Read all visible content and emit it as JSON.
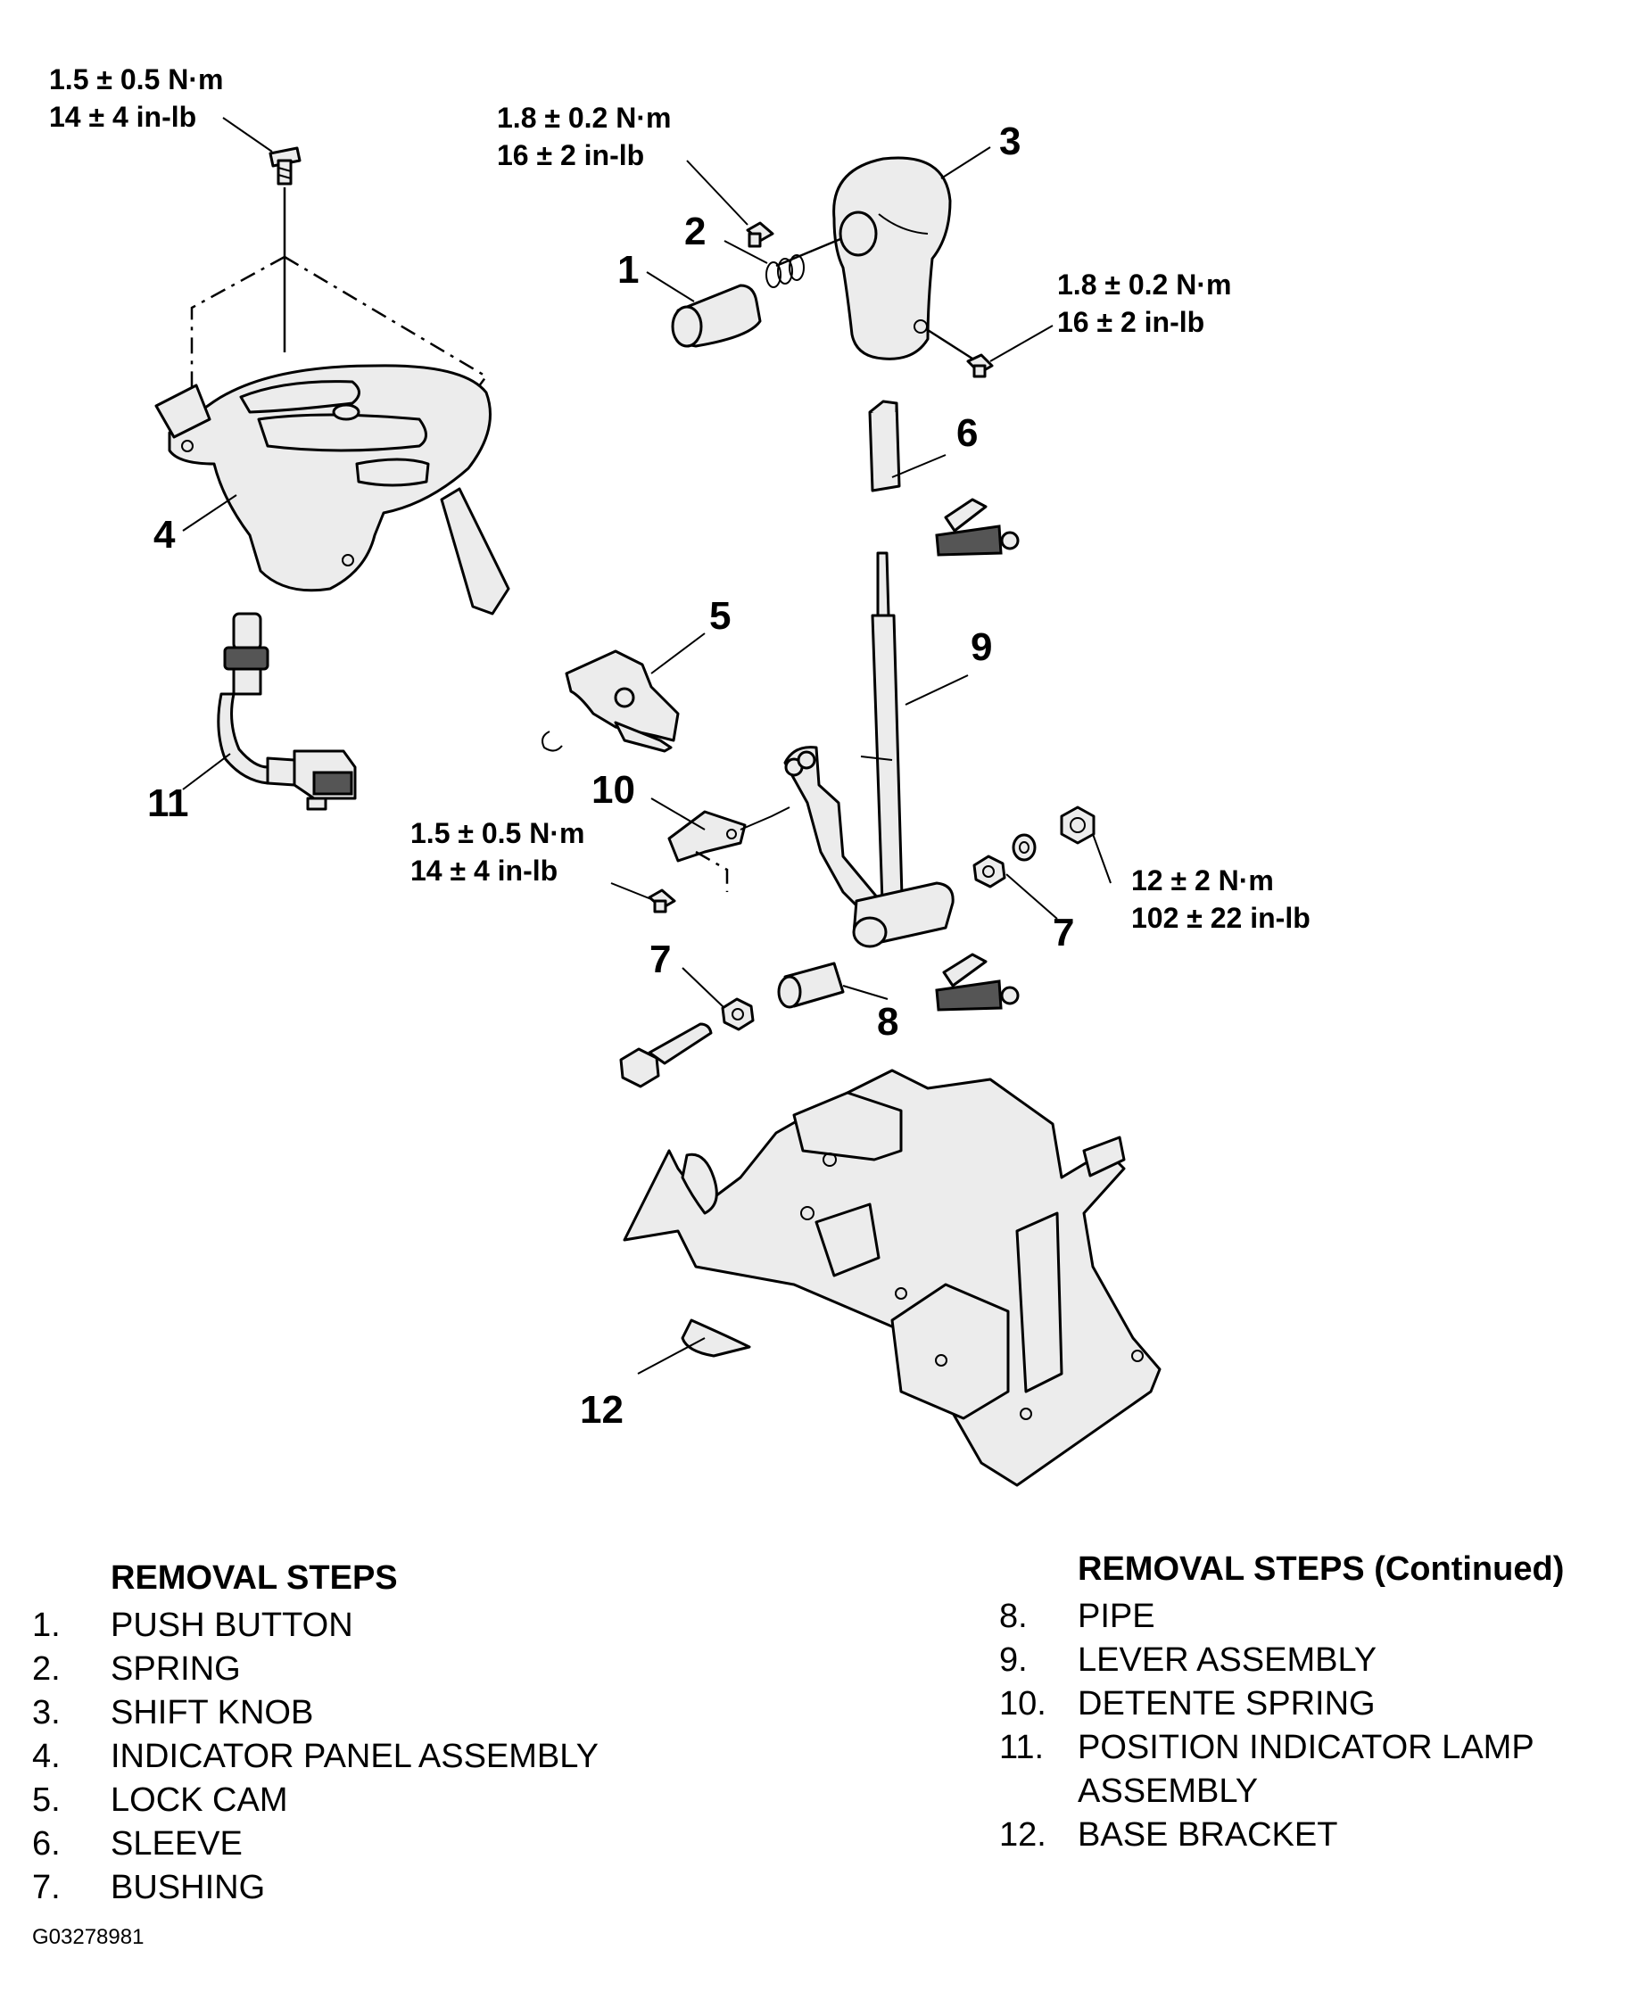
{
  "torque_specs": {
    "indicator_panel_screw": [
      "1.5 ± 0.5 N·m",
      "14 ± 4 in-lb"
    ],
    "knob_screw_upper": [
      "1.8 ± 0.2 N·m",
      "16 ± 2 in-lb"
    ],
    "knob_screw_side": [
      "1.8 ± 0.2 N·m",
      "16 ± 2 in-lb"
    ],
    "detent_spring_screw": [
      "1.5 ± 0.5 N·m",
      "14 ± 4 in-lb"
    ],
    "lever_nut": [
      "12 ± 2 N·m",
      "102 ± 22 in-lb"
    ]
  },
  "callouts": {
    "c1": "1",
    "c2": "2",
    "c3": "3",
    "c4": "4",
    "c5": "5",
    "c6": "6",
    "c7a": "7",
    "c7b": "7",
    "c8": "8",
    "c9": "9",
    "c10": "10",
    "c11": "11",
    "c12": "12"
  },
  "removal_steps": {
    "heading": "REMOVAL STEPS",
    "items": [
      {
        "num": "1.",
        "name": "PUSH BUTTON"
      },
      {
        "num": "2.",
        "name": "SPRING"
      },
      {
        "num": "3.",
        "name": "SHIFT KNOB"
      },
      {
        "num": "4.",
        "name": "INDICATOR PANEL ASSEMBLY"
      },
      {
        "num": "5.",
        "name": "LOCK CAM"
      },
      {
        "num": "6.",
        "name": "SLEEVE"
      },
      {
        "num": "7.",
        "name": "BUSHING"
      }
    ]
  },
  "removal_steps_continued": {
    "heading": "REMOVAL STEPS (Continued)",
    "items": [
      {
        "num": "8.",
        "name": "PIPE"
      },
      {
        "num": "9.",
        "name": "LEVER ASSEMBLY"
      },
      {
        "num": "10.",
        "name": "DETENTE SPRING"
      },
      {
        "num": "11.",
        "name": "POSITION INDICATOR LAMP"
      },
      {
        "num": "",
        "name": "ASSEMBLY"
      },
      {
        "num": "12.",
        "name": "BASE BRACKET"
      }
    ]
  },
  "figure_code": "G03278981"
}
